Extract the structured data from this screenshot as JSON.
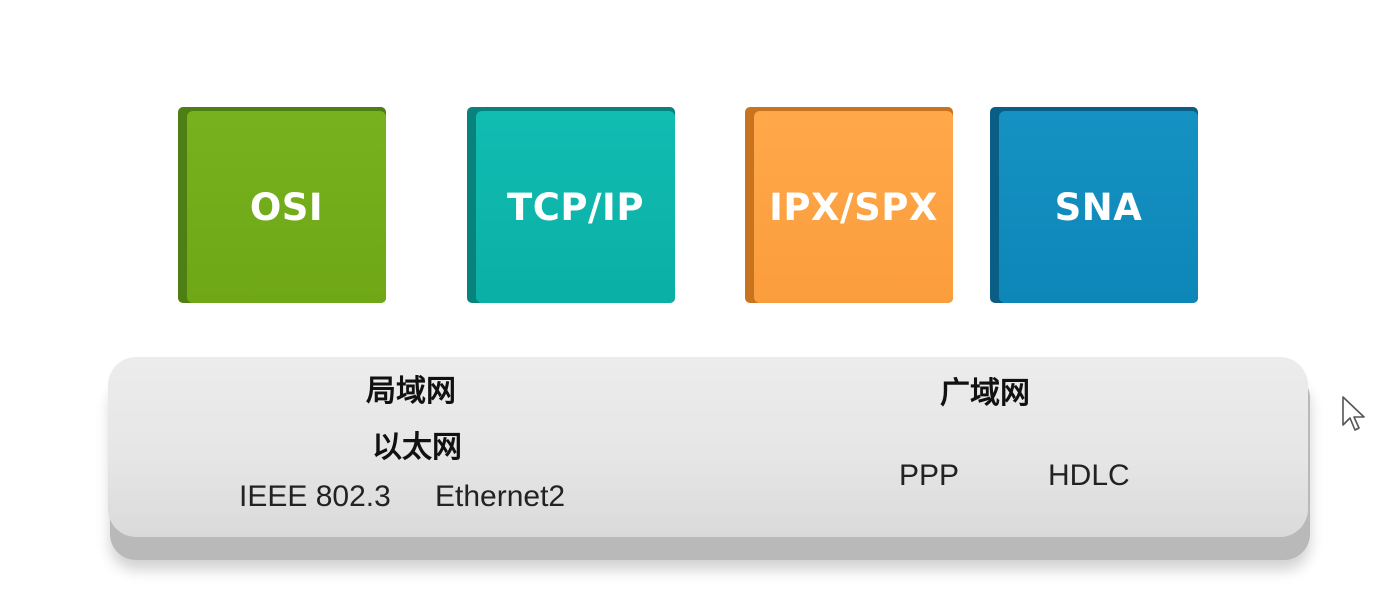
{
  "protocols": [
    {
      "id": "osi",
      "label": "OSI"
    },
    {
      "id": "tcpip",
      "label": "TCP/IP"
    },
    {
      "id": "ipxspx",
      "label": "IPX/SPX"
    },
    {
      "id": "sna",
      "label": "SNA"
    }
  ],
  "colors": {
    "osi": "#6fa716",
    "tcpip": "#0aafa5",
    "ipxspx": "#fb9d3c",
    "sna": "#0d86b8",
    "base": "#e6e6e6"
  },
  "base": {
    "lan": {
      "heading": "局域网",
      "subheading": "以太网",
      "items": [
        "IEEE 802.3",
        "Ethernet2"
      ]
    },
    "wan": {
      "heading": "广域网",
      "items": [
        "PPP",
        "HDLC"
      ]
    }
  },
  "cursor_icon": "arrow-cursor-icon"
}
